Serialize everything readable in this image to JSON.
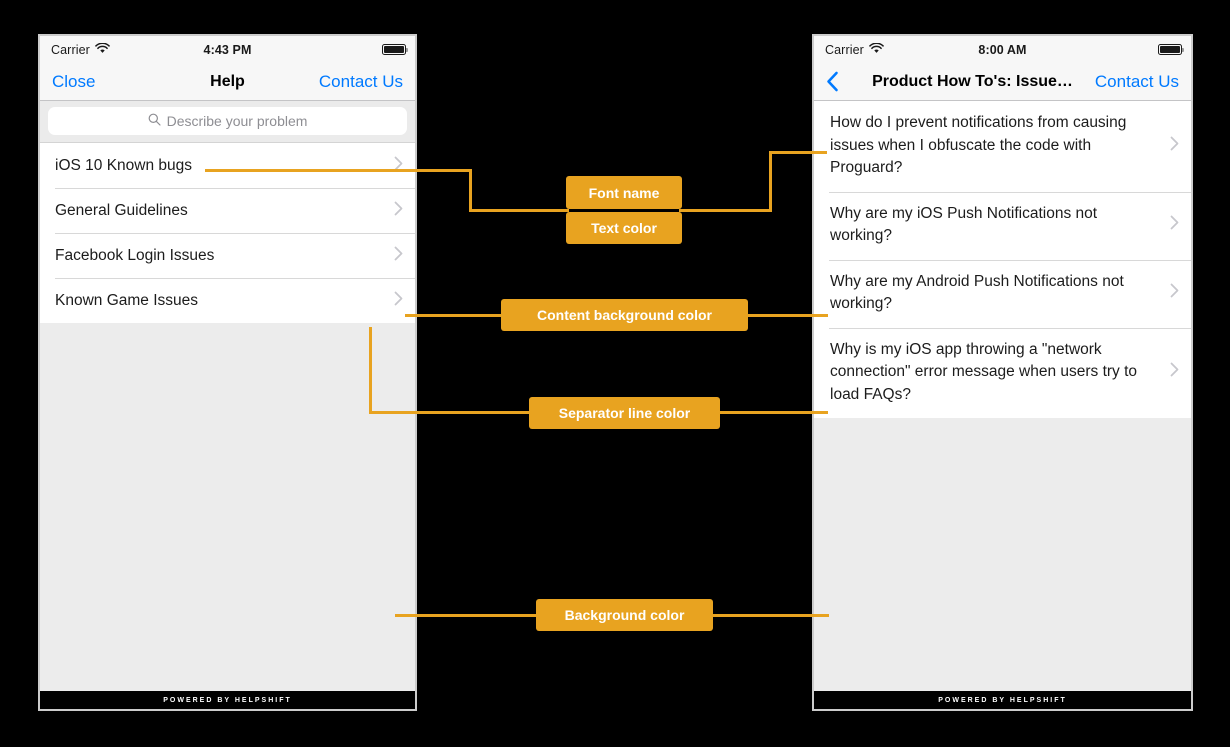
{
  "annotations": [
    {
      "id": "font-name",
      "label": "Font name"
    },
    {
      "id": "text-color",
      "label": "Text color"
    },
    {
      "id": "content-background",
      "label": "Content background color"
    },
    {
      "id": "separator-line",
      "label": "Separator line color"
    },
    {
      "id": "background",
      "label": "Background color"
    }
  ],
  "colors": {
    "annotation": "#e8a320",
    "annotation_text": "#ffffff",
    "page_background": "#000000",
    "content_background": "#ffffff",
    "screen_background": "#ececec",
    "separator_line": "#d8d8d8",
    "tint": "#007aff",
    "footer_background": "#000000"
  },
  "left_phone": {
    "status_bar": {
      "carrier": "Carrier",
      "time": "4:43 PM",
      "wifi_icon": "wifi-icon",
      "battery_icon": "battery-icon"
    },
    "nav": {
      "left_label": "Close",
      "title": "Help",
      "right_label": "Contact Us"
    },
    "search": {
      "placeholder": "Describe your problem",
      "icon": "search-icon"
    },
    "items": [
      {
        "label": "iOS 10 Known bugs"
      },
      {
        "label": "General Guidelines"
      },
      {
        "label": "Facebook Login Issues"
      },
      {
        "label": "Known Game Issues"
      }
    ],
    "footer": "POWERED BY HELPSHIFT"
  },
  "right_phone": {
    "status_bar": {
      "carrier": "Carrier",
      "time": "8:00 AM",
      "wifi_icon": "wifi-icon",
      "battery_icon": "battery-icon"
    },
    "nav": {
      "back_icon": "back-chevron-icon",
      "title": "Product How To's: Issue…",
      "right_label": "Contact Us"
    },
    "items": [
      {
        "label": "How do I prevent notifications from causing issues when I obfuscate the code with Proguard?"
      },
      {
        "label": "Why are my iOS Push Notifications not working?"
      },
      {
        "label": "Why are my Android Push Notifications not working?"
      },
      {
        "label": "Why is my iOS app throwing a \"network connection\" error message when users try to load FAQs?"
      }
    ],
    "footer": "POWERED BY HELPSHIFT"
  }
}
